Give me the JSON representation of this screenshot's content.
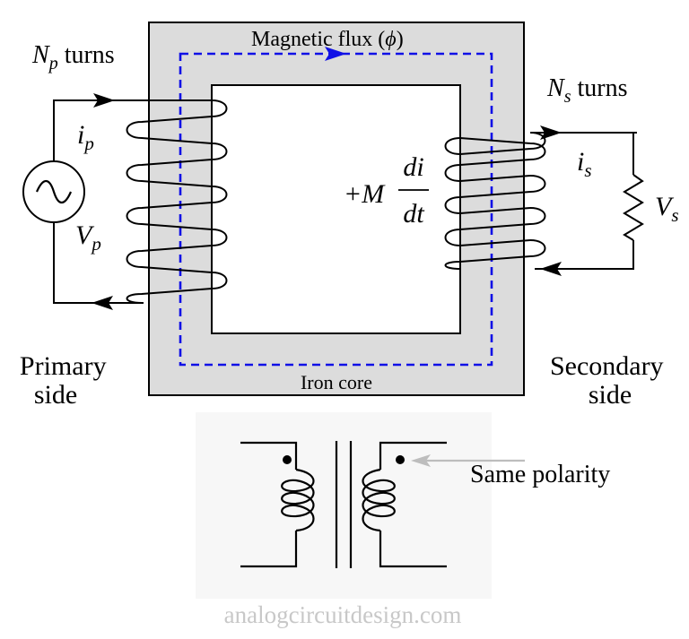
{
  "labels": {
    "np_turns": {
      "sym": "N",
      "sub": "p",
      "rest": " turns"
    },
    "ns_turns": {
      "sym": "N",
      "sub": "s",
      "rest": " turns"
    },
    "flux": {
      "text": "Magnetic flux (",
      "phi": "ϕ",
      "close": ")"
    },
    "ip": {
      "sym": "i",
      "sub": "p"
    },
    "vp": {
      "sym": "V",
      "sub": "p"
    },
    "is": {
      "sym": "i",
      "sub": "s"
    },
    "vs": {
      "sym": "V",
      "sub": "s"
    },
    "mutual": {
      "prefix": "+M",
      "num": "di",
      "den": "dt"
    },
    "iron_core": "Iron core",
    "primary_side": [
      "Primary",
      "side"
    ],
    "secondary_side": [
      "Secondary",
      "side"
    ],
    "same_polarity": "Same polarity",
    "watermark": "analogcircuitdesign.com"
  },
  "colors": {
    "core_fill": "#dcdcdc",
    "flux_path": "#1010e6",
    "wire": "#000000",
    "symbol_panel": "#f7f7f7",
    "pointer_arrow": "#bdbdbd",
    "watermark": "#c8c8c8"
  }
}
